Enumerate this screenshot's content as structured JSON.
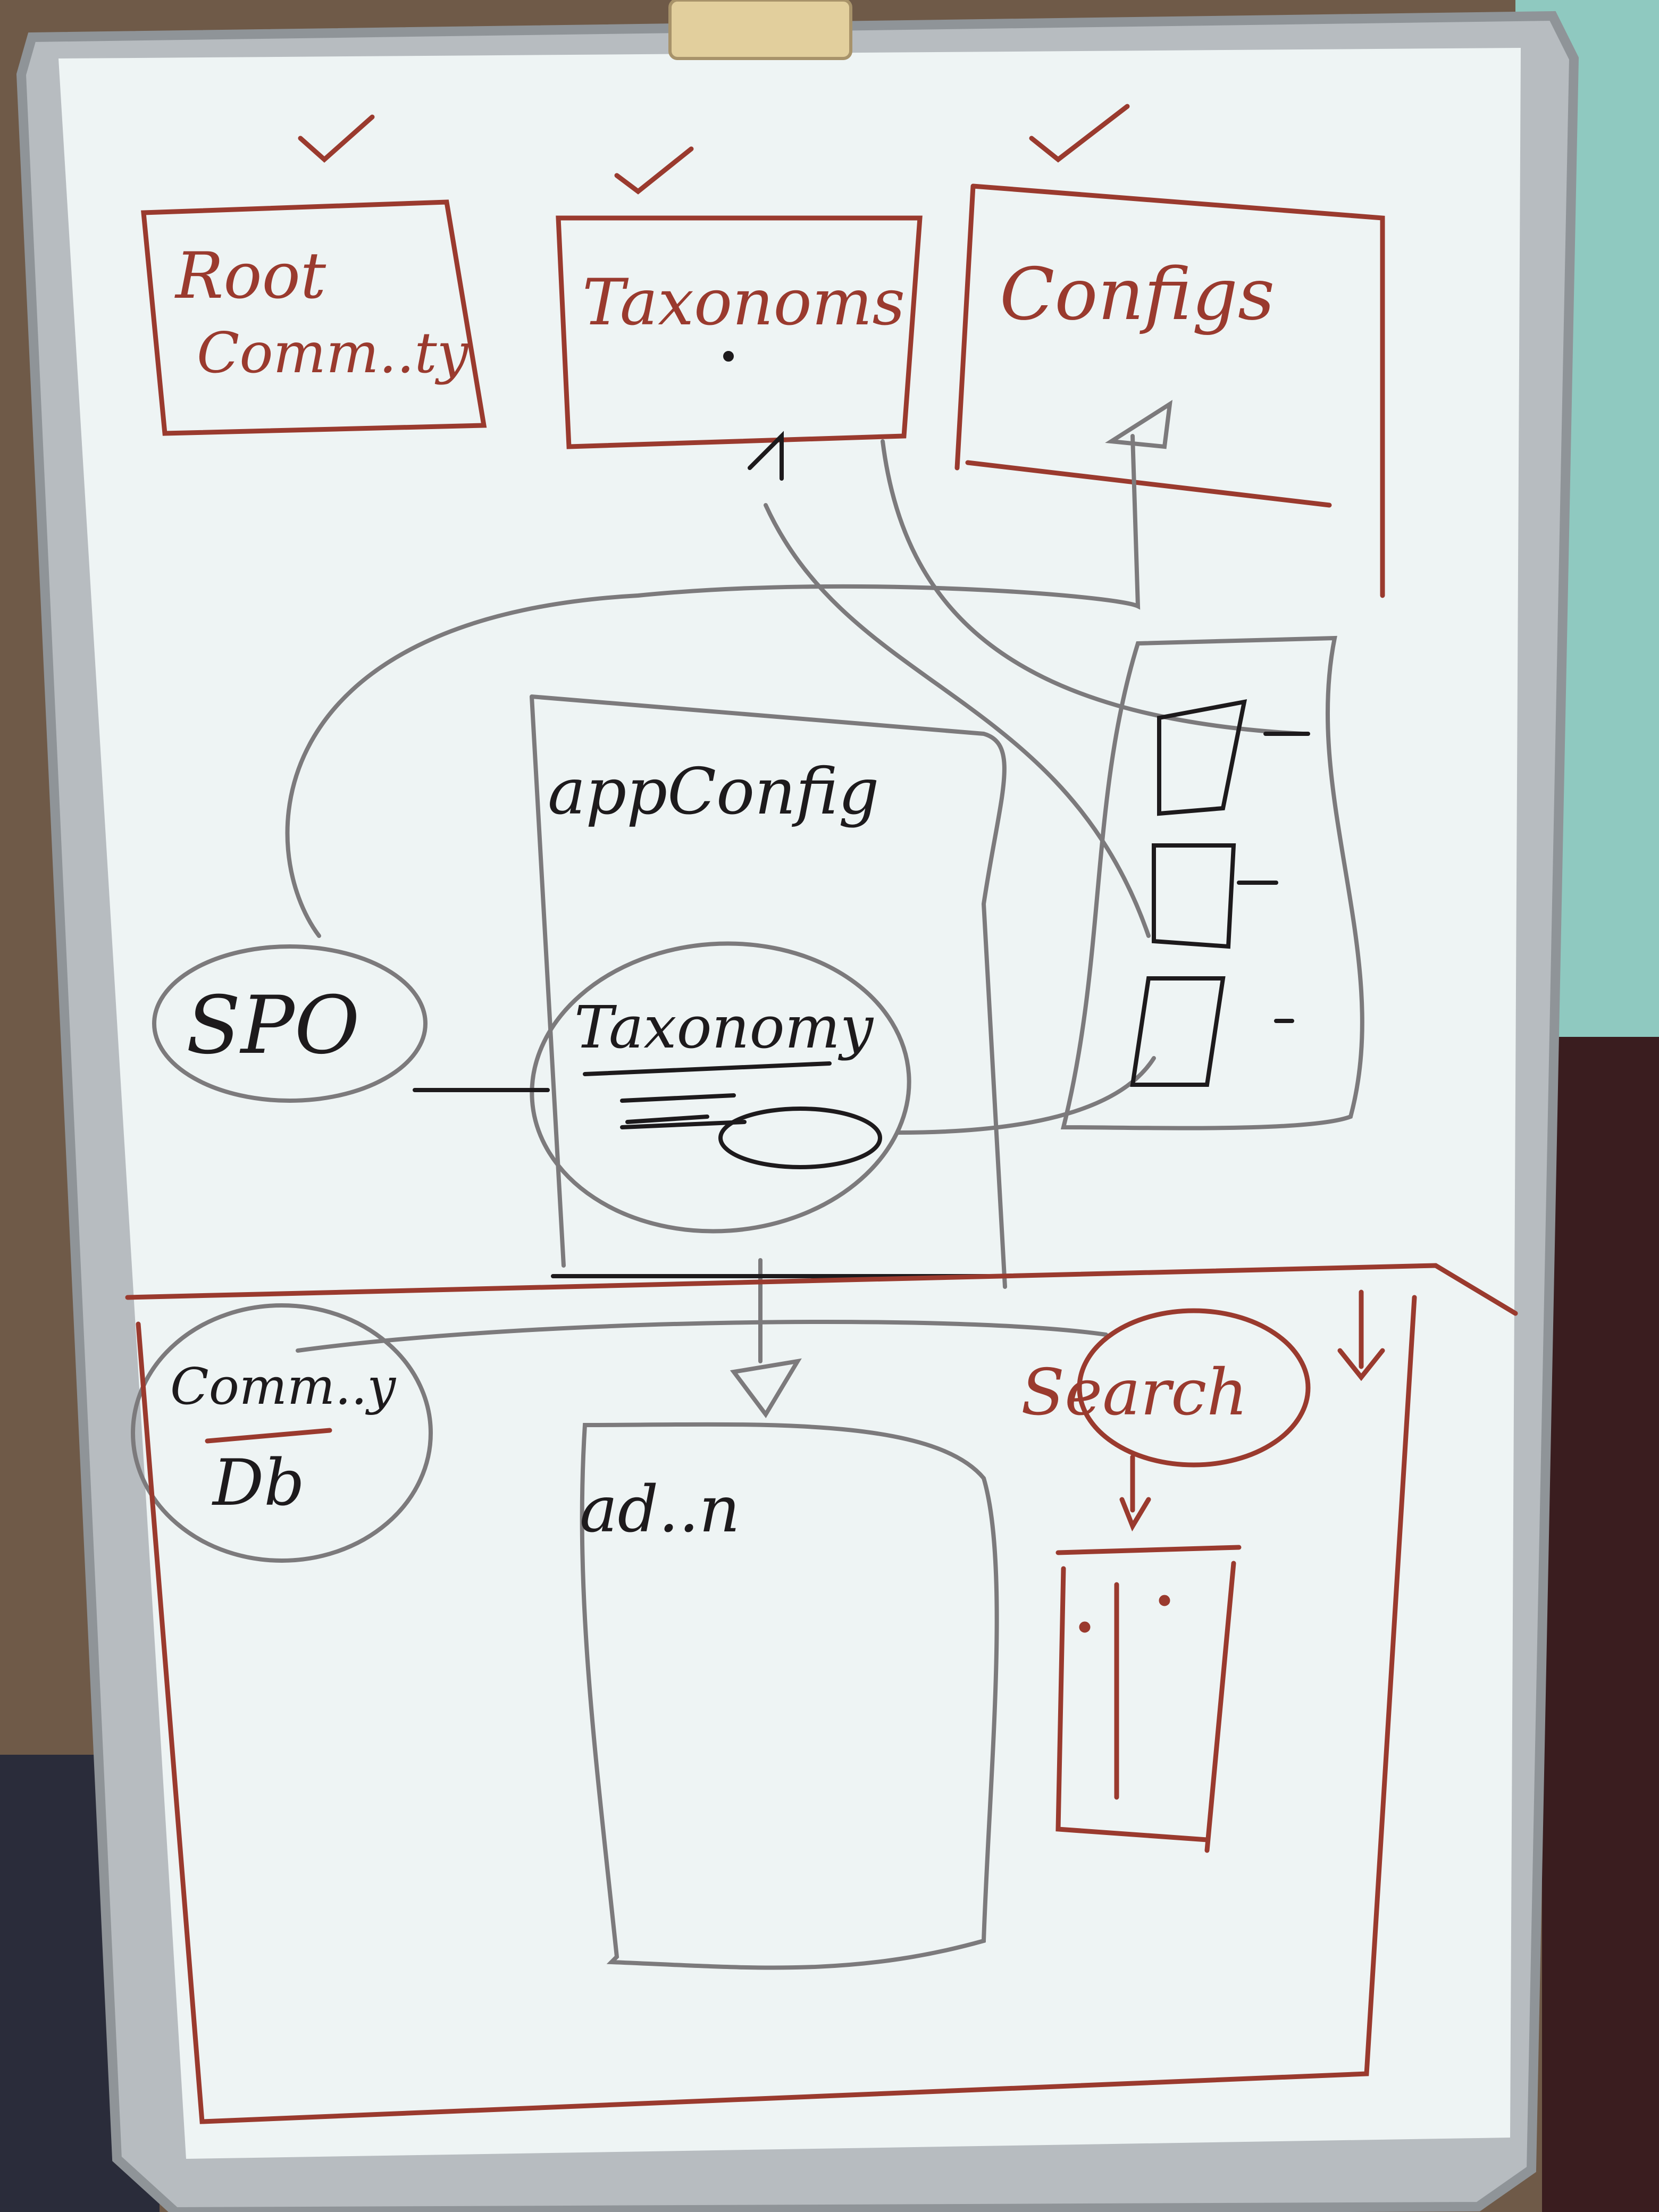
{
  "boxes": {
    "root_community": {
      "line1": "Root",
      "line2": "Comm..ty"
    },
    "taxonomies": {
      "label": "Taxonoms"
    },
    "configs": {
      "label": "Configs"
    }
  },
  "app_config": {
    "label": "appConfig"
  },
  "taxonomy": {
    "label": "Taxonomy"
  },
  "spo": {
    "label": "SPO"
  },
  "community_db": {
    "line1": "Comm..y",
    "line2": "Db"
  },
  "search": {
    "label": "Search"
  },
  "adm": {
    "label": "ad..n"
  },
  "colors": {
    "red_marker": "#9a3a2e",
    "black_marker": "#1d1a1c",
    "grey_marker": "#7c7a7c",
    "board": "#eef4f4"
  }
}
